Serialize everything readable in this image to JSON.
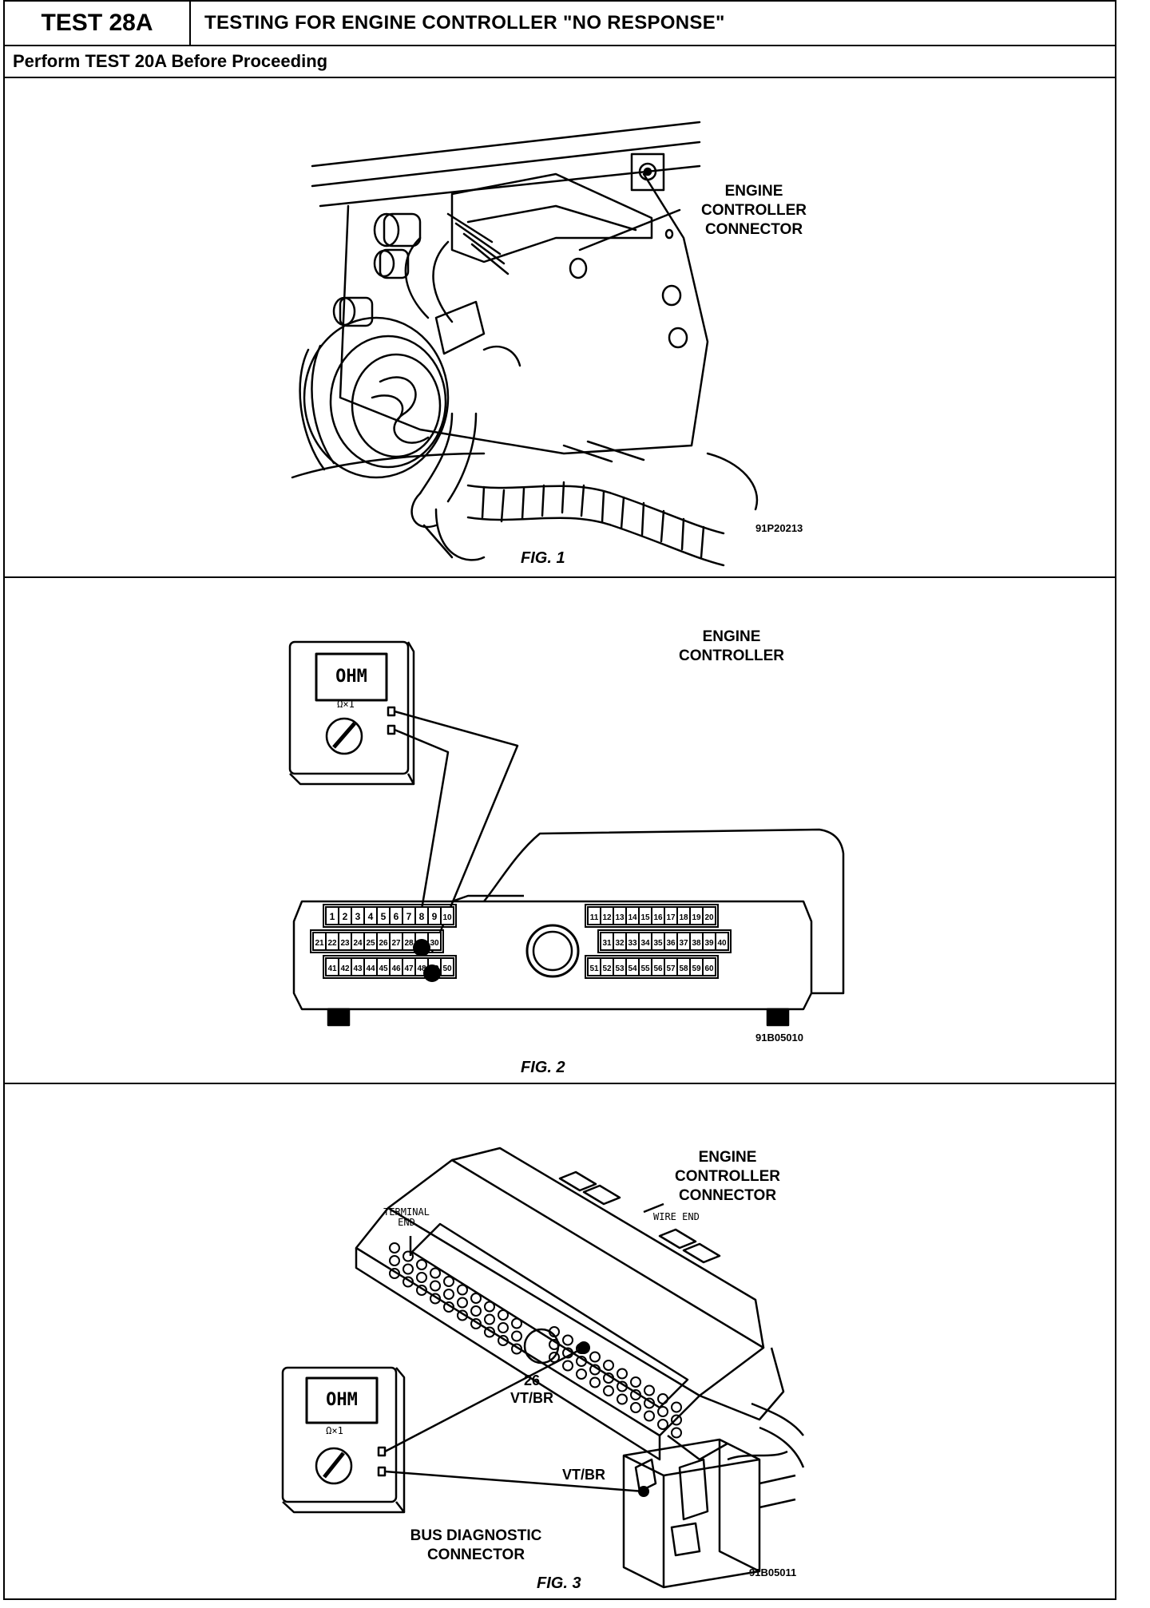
{
  "header": {
    "test_number": "TEST 28A",
    "title": "TESTING FOR ENGINE CONTROLLER \"NO RESPONSE\"",
    "subtitle": "Perform TEST 20A Before Proceeding"
  },
  "fig1": {
    "label": "ENGINE\nCONTROLLER\nCONNECTOR",
    "code": "91P20213",
    "caption": "FIG. 1"
  },
  "fig2": {
    "label": "ENGINE\nCONTROLLER",
    "meter_display": "OHM",
    "meter_range": "Ω×1",
    "code": "91B05010",
    "caption": "FIG. 2",
    "pins_row1": [
      "1",
      "2",
      "3",
      "4",
      "5",
      "6",
      "7",
      "8",
      "9",
      "10",
      "11",
      "12",
      "13",
      "14",
      "15",
      "16",
      "17",
      "18",
      "19",
      "20"
    ],
    "pins_row2": [
      "21",
      "22",
      "23",
      "24",
      "25",
      "26",
      "27",
      "28",
      "29",
      "30",
      "31",
      "32",
      "33",
      "34",
      "35",
      "36",
      "37",
      "38",
      "39",
      "40"
    ],
    "pins_row3": [
      "41",
      "42",
      "43",
      "44",
      "45",
      "46",
      "47",
      "48",
      "49",
      "50",
      "51",
      "52",
      "53",
      "54",
      "55",
      "56",
      "57",
      "58",
      "59",
      "60"
    ]
  },
  "fig3": {
    "label": "ENGINE\nCONTROLLER\nCONNECTOR",
    "terminal_end": "TERMINAL\nEND",
    "wire_end": "WIRE END",
    "meter_display": "OHM",
    "meter_range": "Ω×1",
    "pin_label": "26\nVT/BR",
    "wire_label": "VT/BR",
    "bus_label": "BUS DIAGNOSTIC\nCONNECTOR",
    "code": "91B05011",
    "caption": "FIG. 3"
  }
}
